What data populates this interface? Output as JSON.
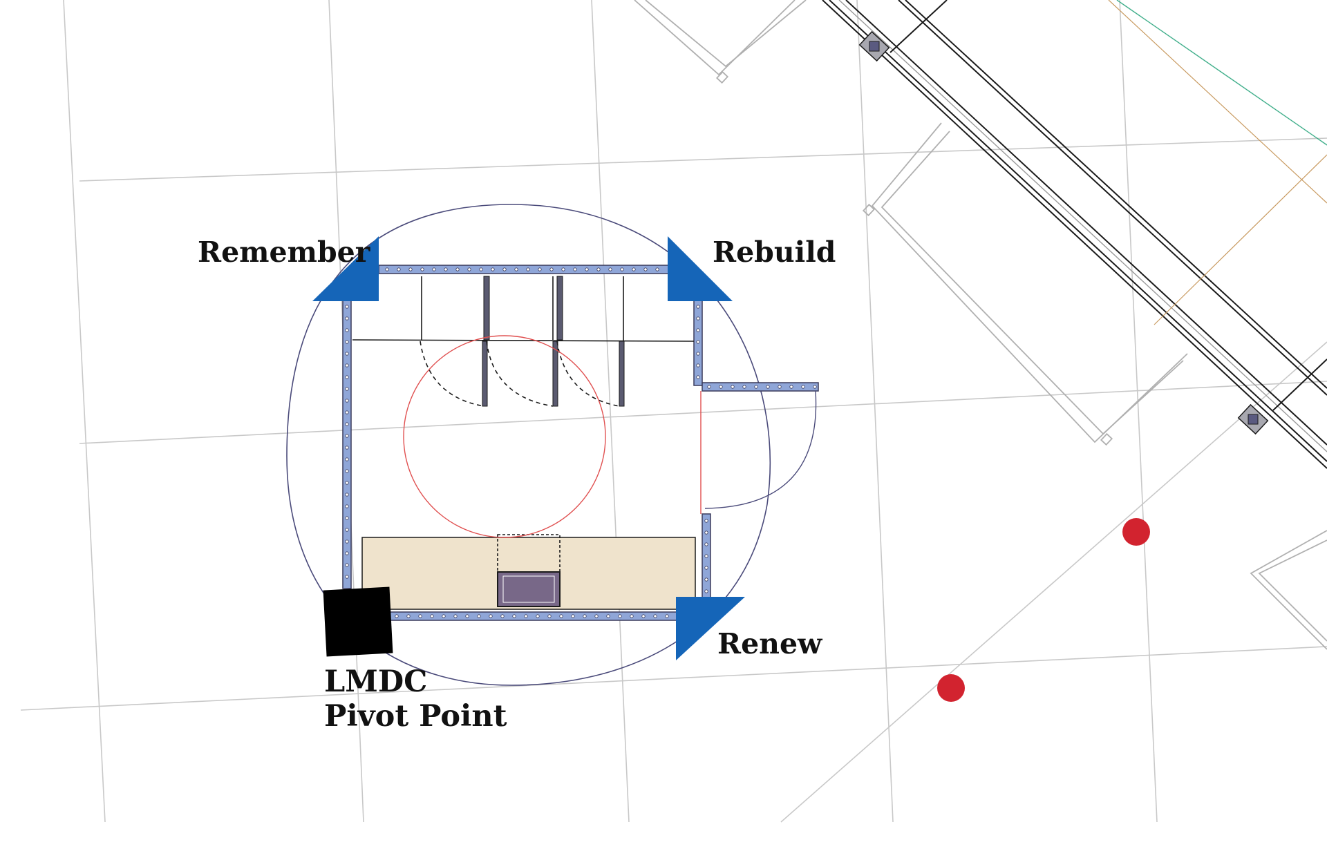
{
  "labels": {
    "remember": "Remember",
    "rebuild": "Rebuild",
    "renew": "Renew",
    "pivot_line1": "LMDC",
    "pivot_line2": "Pivot Point"
  },
  "colors": {
    "background": "#ffffff",
    "grid_line": "#c8c8c8",
    "plan_line": "#1a1a1a",
    "plan_light": "#9a9a9a",
    "wall_fill": "#8fa6d8",
    "wall_edge": "#3a3a5a",
    "arrow_blue": "#1565b8",
    "boundary_circle": "#4a4a7a",
    "red_circle": "#e05050",
    "red_dot": "#d2232f",
    "counter_fill": "#efe3cc",
    "sink_fill": "#786888",
    "pivot_block": "#000000",
    "accent_green": "#3fae8a",
    "accent_orange": "#c89a60"
  },
  "icons": {
    "arrow_remember": "triangle-arrow-up-left",
    "arrow_rebuild": "triangle-arrow-up-right",
    "arrow_renew": "triangle-arrow-down-right",
    "pivot": "black-square-marker",
    "markers": "red-dot"
  }
}
